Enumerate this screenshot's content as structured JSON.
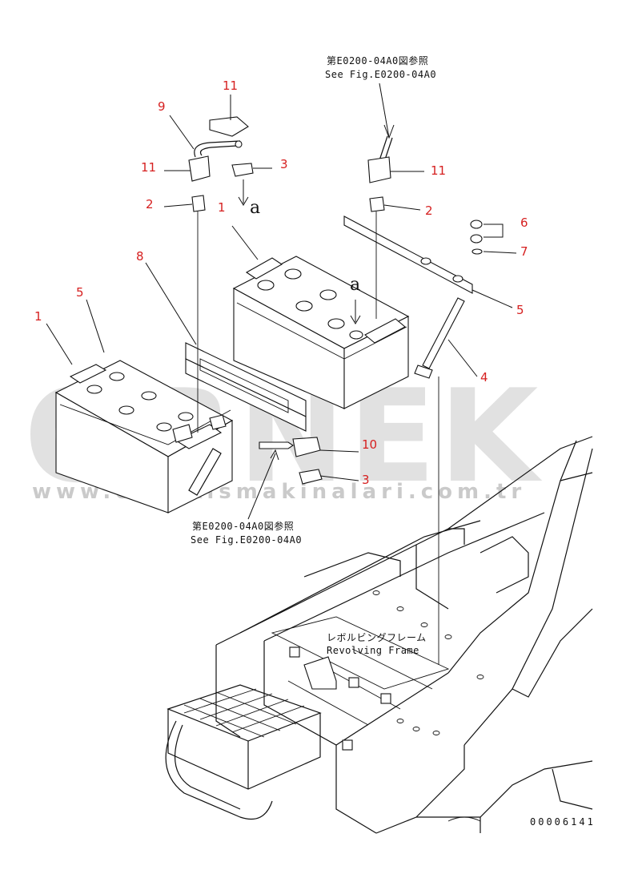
{
  "diagram": {
    "callouts": [
      "1",
      "1",
      "2",
      "2",
      "3",
      "3",
      "4",
      "5",
      "5",
      "6",
      "7",
      "8",
      "9",
      "10",
      "11",
      "11",
      "11"
    ],
    "view_letters": [
      "a",
      "a"
    ],
    "references": {
      "top_ja": "第E0200-04A0図参照",
      "top_en": "See Fig.E0200-04A0",
      "bottom_ja": "第E0200-04A0図参照",
      "bottom_en": "See Fig.E0200-04A0"
    },
    "frame_label_ja": "レボルビングフレーム",
    "frame_label_en": "Revolving Frame",
    "drawing_number": "00006141",
    "watermark": {
      "logo": "ORNEK",
      "url": "www.ornekismakinalari.com.tr"
    },
    "colors": {
      "callout": "#d62020",
      "line": "#111111",
      "watermark": "#c8c8c8"
    }
  }
}
